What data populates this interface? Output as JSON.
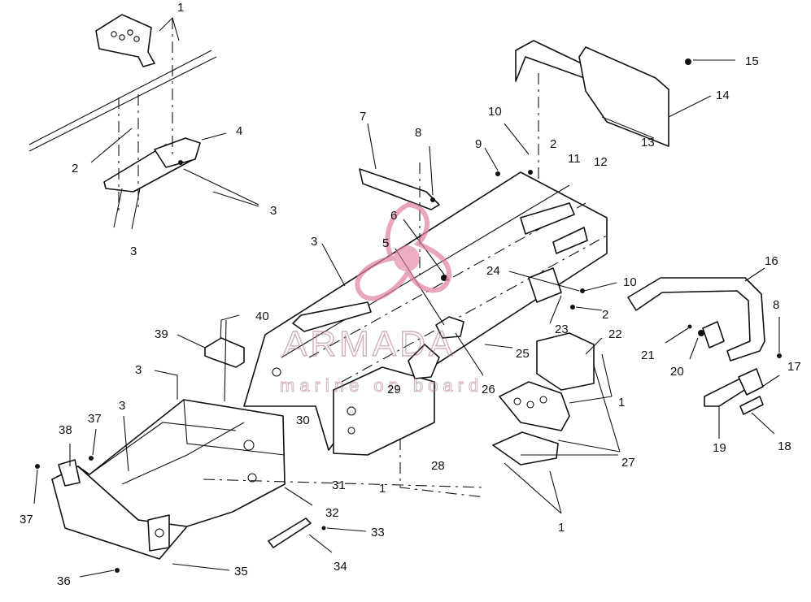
{
  "watermark": {
    "brand": "ARMADA",
    "tagline": "marine on board",
    "color": "#e07fa0"
  },
  "callouts": [
    {
      "id": "c1a",
      "text": "1"
    },
    {
      "id": "c2a",
      "text": "2"
    },
    {
      "id": "c3a",
      "text": "3"
    },
    {
      "id": "c3b",
      "text": "3"
    },
    {
      "id": "c4",
      "text": "4"
    },
    {
      "id": "c7",
      "text": "7"
    },
    {
      "id": "c8a",
      "text": "8"
    },
    {
      "id": "c9",
      "text": "9"
    },
    {
      "id": "c10a",
      "text": "10"
    },
    {
      "id": "c2b",
      "text": "2"
    },
    {
      "id": "c11",
      "text": "11"
    },
    {
      "id": "c12",
      "text": "12"
    },
    {
      "id": "c13",
      "text": "13"
    },
    {
      "id": "c14",
      "text": "14"
    },
    {
      "id": "c15",
      "text": "15"
    },
    {
      "id": "c6",
      "text": "6"
    },
    {
      "id": "c5",
      "text": "5"
    },
    {
      "id": "c3c",
      "text": "3"
    },
    {
      "id": "c24",
      "text": "24"
    },
    {
      "id": "c10b",
      "text": "10"
    },
    {
      "id": "c2c",
      "text": "2"
    },
    {
      "id": "c23",
      "text": "23"
    },
    {
      "id": "c16",
      "text": "16"
    },
    {
      "id": "c8b",
      "text": "8"
    },
    {
      "id": "c40",
      "text": "40"
    },
    {
      "id": "c39",
      "text": "39"
    },
    {
      "id": "c22",
      "text": "22"
    },
    {
      "id": "c25",
      "text": "25"
    },
    {
      "id": "c21",
      "text": "21"
    },
    {
      "id": "c20",
      "text": "20"
    },
    {
      "id": "c17",
      "text": "17"
    },
    {
      "id": "c3d",
      "text": "3"
    },
    {
      "id": "c29",
      "text": "29"
    },
    {
      "id": "c26",
      "text": "26"
    },
    {
      "id": "c1b",
      "text": "1"
    },
    {
      "id": "c37a",
      "text": "37"
    },
    {
      "id": "c3e",
      "text": "3"
    },
    {
      "id": "c30",
      "text": "30"
    },
    {
      "id": "c38",
      "text": "38"
    },
    {
      "id": "c19",
      "text": "19"
    },
    {
      "id": "c18",
      "text": "18"
    },
    {
      "id": "c27",
      "text": "27"
    },
    {
      "id": "c28",
      "text": "28"
    },
    {
      "id": "c31",
      "text": "31"
    },
    {
      "id": "c1c",
      "text": "1"
    },
    {
      "id": "c32",
      "text": "32"
    },
    {
      "id": "c37b",
      "text": "37"
    },
    {
      "id": "c33",
      "text": "33"
    },
    {
      "id": "c1d",
      "text": "1"
    },
    {
      "id": "c34",
      "text": "34"
    },
    {
      "id": "c35",
      "text": "35"
    },
    {
      "id": "c36",
      "text": "36"
    }
  ]
}
